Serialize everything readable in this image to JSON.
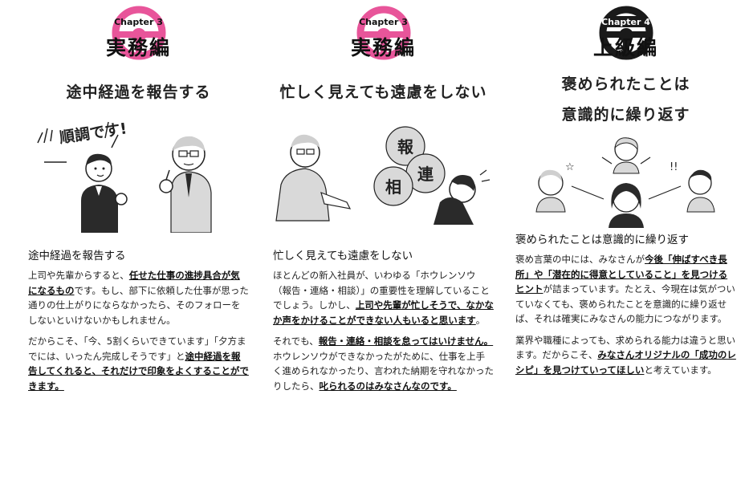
{
  "columns": [
    {
      "chapter": "Chapter 3",
      "section": "実務編",
      "heading": "途中経過を報告する",
      "heading_lines": [
        "途中経過を報告する"
      ],
      "speech": "順調です!",
      "subtitle": "途中経過を報告する",
      "paragraphs": [
        [
          {
            "t": "上司や先輩からすると、"
          },
          {
            "t": "任せた仕事の進捗具合が気になるもの",
            "b": true
          },
          {
            "t": "です。もし、部下に依頼した仕事が思った通りの仕上がりにならなかったら、そのフォローをしないといけないかもしれません。"
          }
        ],
        [
          {
            "t": "だからこそ、「今、5割くらいできています」「夕方までには、いったん完成しそうです」と"
          },
          {
            "t": "途中経過を報告してくれると、それだけで印象をよくすることができます。",
            "b": true
          }
        ]
      ]
    },
    {
      "chapter": "Chapter 3",
      "section": "実務編",
      "heading": "忙しく見えても遠慮をしない",
      "heading_lines": [
        "忙しく見えても遠慮をしない"
      ],
      "bubbles": [
        "報",
        "連",
        "相"
      ],
      "subtitle": "忙しく見えても遠慮をしない",
      "paragraphs": [
        [
          {
            "t": "ほとんどの新入社員が、いわゆる「ホウレンソウ（報告・連絡・相談）」の重要性を理解していることでしょう。しかし、"
          },
          {
            "t": "上司や先輩が忙しそうで、なかなか声をかけることができない人もいると思います",
            "b": true
          },
          {
            "t": "。"
          }
        ],
        [
          {
            "t": "それでも、"
          },
          {
            "t": "報告・連絡・相談を怠ってはいけません。",
            "b": true
          },
          {
            "t": "ホウレンソウができなかったがために、仕事を上手く進められなかったり、言われた納期を守れなかったりしたら、"
          },
          {
            "t": "叱られるのはみなさんなのです。",
            "b": true
          }
        ]
      ]
    },
    {
      "chapter": "Chapter 4",
      "section": "上級編",
      "heading": "褒められたことは意識的に繰り返す",
      "heading_lines": [
        "褒められたことは",
        "意識的に繰り返す"
      ],
      "subtitle": "褒められたことは意識的に繰り返す",
      "paragraphs": [
        [
          {
            "t": "褒め言葉の中には、みなさんが"
          },
          {
            "t": "今後「伸ばすべき長所」や「潜在的に得意としていること」を見つけるヒント",
            "b": true
          },
          {
            "t": "が詰まっています。たとえ、今現在は気がついていなくても、褒められたことを意識的に繰り返せば、それは確実にみなさんの能力につながります。"
          }
        ],
        [
          {
            "t": "業界や職種によっても、求められる能力は違うと思います。だからこそ、"
          },
          {
            "t": "みなさんオリジナルの「成功のレシピ」を見つけていってほしい",
            "b": true
          },
          {
            "t": "と考えています。"
          }
        ]
      ]
    }
  ],
  "colors": {
    "pink": "#e8559a",
    "dark": "#1a1a1a",
    "hair": "#2a2a2a",
    "gray": "#d9d9d9"
  }
}
